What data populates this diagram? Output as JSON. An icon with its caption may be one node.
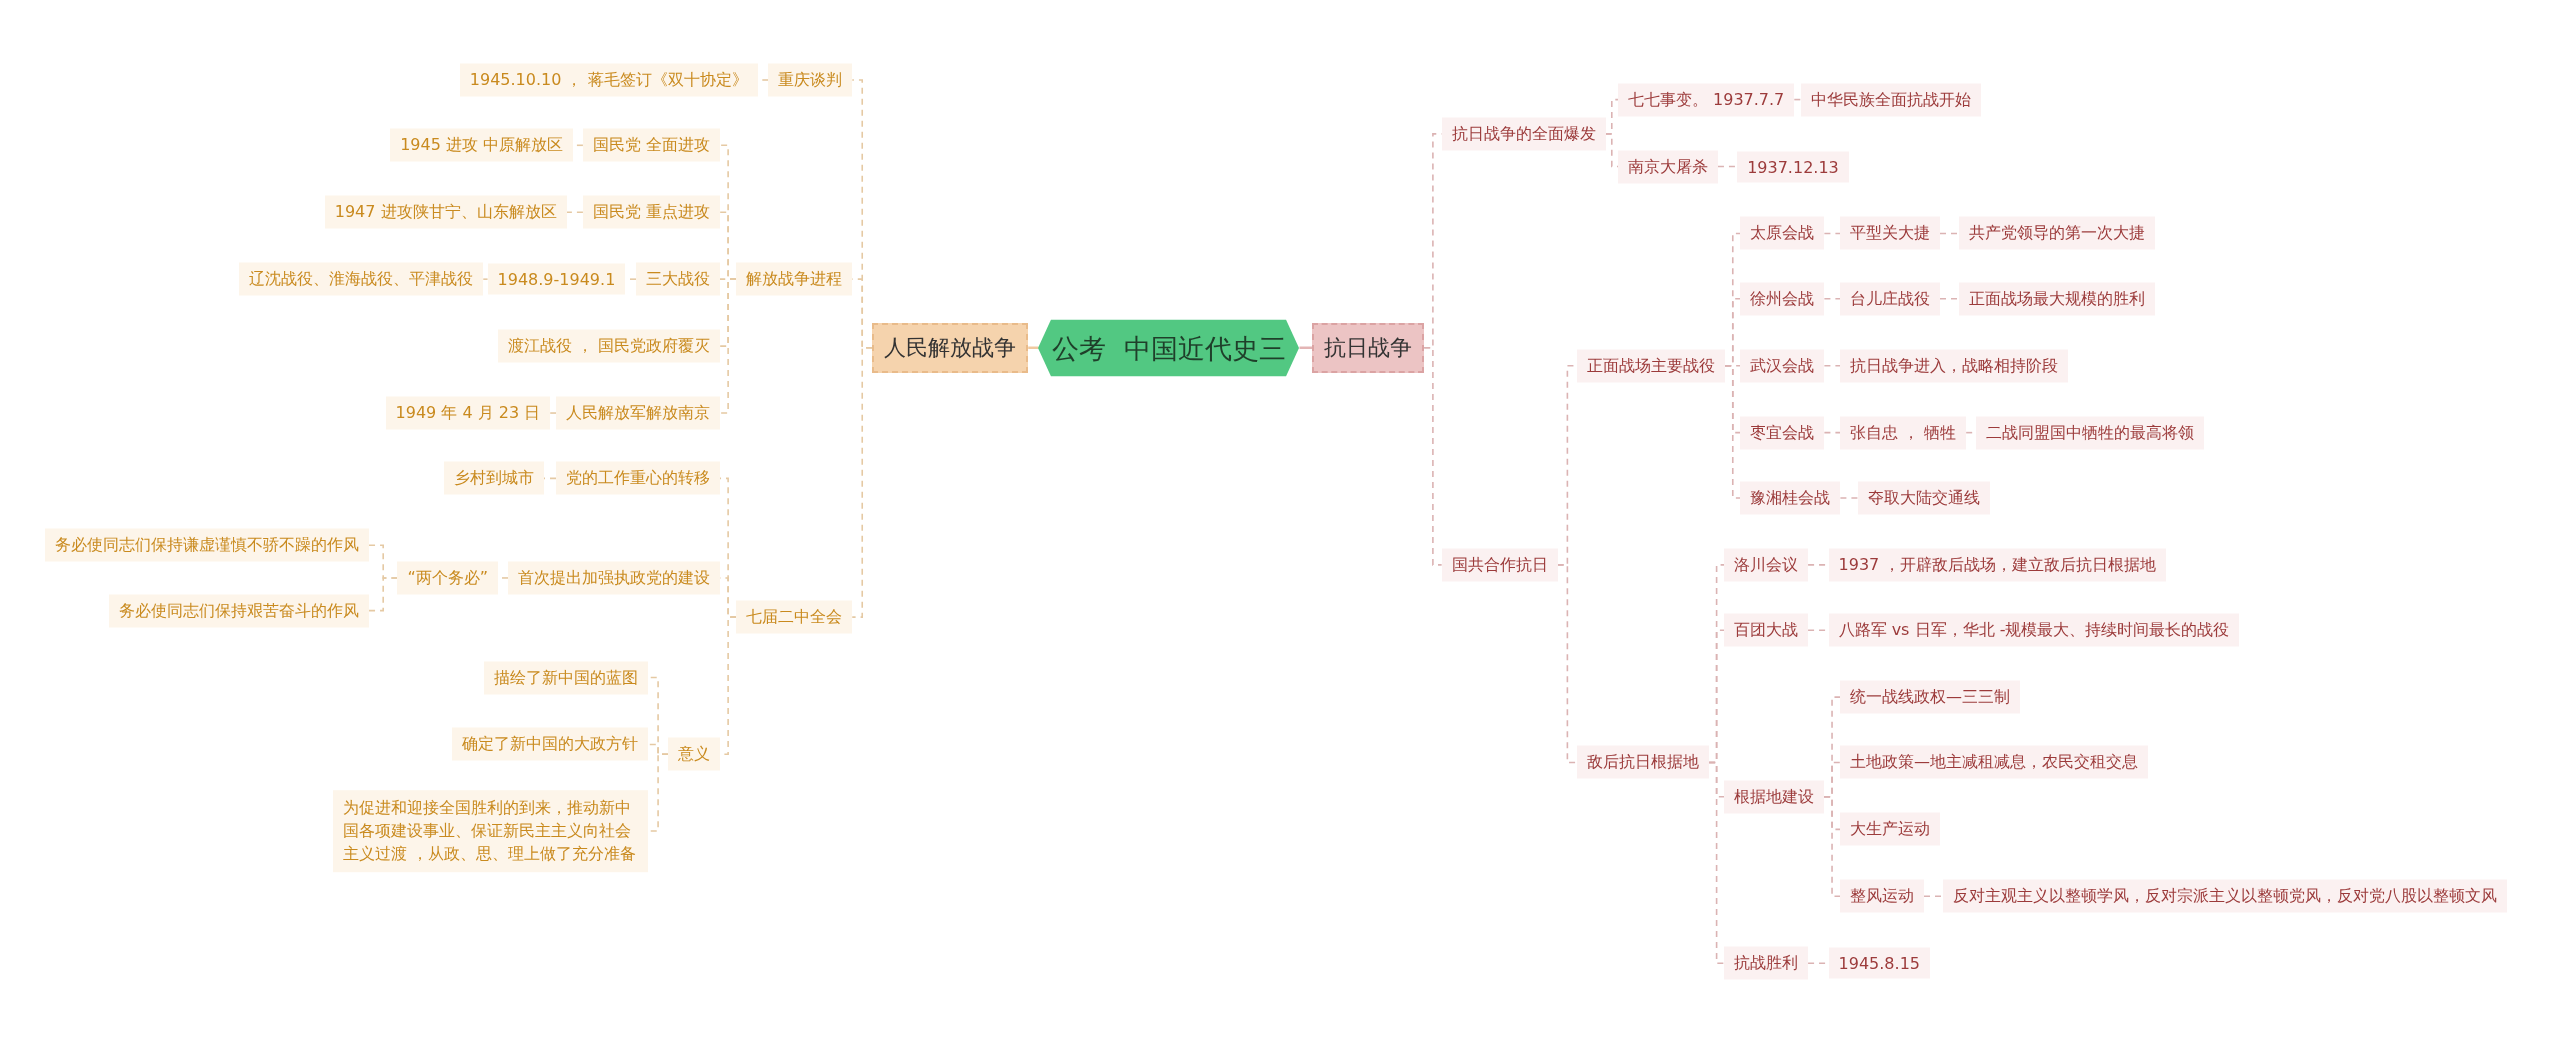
{
  "diagram": {
    "nodes": [
      {
        "text": [
          "公考  中国近代史三"
        ]
      },
      {
        "text": [
          "人民解放战争"
        ]
      },
      {
        "text": [
          "重庆谈判"
        ]
      },
      {
        "text": [
          "1945.10.10 ， 蒋毛签订《双十协定》"
        ]
      },
      {
        "text": [
          "解放战争进程"
        ]
      },
      {
        "text": [
          "国民党 全面进攻"
        ]
      },
      {
        "text": [
          "1945 进攻 中原解放区"
        ]
      },
      {
        "text": [
          "国民党 重点进攻"
        ]
      },
      {
        "text": [
          "1947 进攻陕甘宁、山东解放区"
        ]
      },
      {
        "text": [
          "三大战役"
        ]
      },
      {
        "text": [
          "1948.9-1949.1"
        ]
      },
      {
        "text": [
          "辽沈战役、淮海战役、平津战役"
        ]
      },
      {
        "text": [
          "渡江战役 ， 国民党政府覆灭"
        ]
      },
      {
        "text": [
          "人民解放军解放南京"
        ]
      },
      {
        "text": [
          "1949 年 4 月 23 日"
        ]
      },
      {
        "text": [
          "七届二中全会"
        ]
      },
      {
        "text": [
          "党的工作重心的转移"
        ]
      },
      {
        "text": [
          "乡村到城市"
        ]
      },
      {
        "text": [
          "首次提出加强执政党的建设"
        ]
      },
      {
        "text": [
          "“两个务必”"
        ]
      },
      {
        "text": [
          "务必使同志们保持谦虚谨慎不骄不躁的作风"
        ]
      },
      {
        "text": [
          "务必使同志们保持艰苦奋斗的作风"
        ]
      },
      {
        "text": [
          "意义"
        ]
      },
      {
        "text": [
          "描绘了新中国的蓝图"
        ]
      },
      {
        "text": [
          "确定了新中国的大政方针"
        ]
      },
      {
        "text": [
          "为促进和迎接全国胜利的到来，推动新中国各项建设事业、保证新民主主义向社会主义过渡 ，从政、思、理上做了充分准备"
        ]
      },
      {
        "text": [
          "抗日战争"
        ]
      },
      {
        "text": [
          "抗日战争的全面爆发"
        ]
      },
      {
        "text": [
          "七七事变。 1937.7.7"
        ]
      },
      {
        "text": [
          "中华民族全面抗战开始"
        ]
      },
      {
        "text": [
          "南京大屠杀"
        ]
      },
      {
        "text": [
          "1937.12.13"
        ]
      },
      {
        "text": [
          "国共合作抗日"
        ]
      },
      {
        "text": [
          "正面战场主要战役"
        ]
      },
      {
        "text": [
          "太原会战"
        ]
      },
      {
        "text": [
          "平型关大捷"
        ]
      },
      {
        "text": [
          "共产党领导的第一次大捷"
        ]
      },
      {
        "text": [
          "徐州会战"
        ]
      },
      {
        "text": [
          "台儿庄战役"
        ]
      },
      {
        "text": [
          "正面战场最大规模的胜利"
        ]
      },
      {
        "text": [
          "武汉会战"
        ]
      },
      {
        "text": [
          "抗日战争进入，战略相持阶段"
        ]
      },
      {
        "text": [
          "枣宜会战"
        ]
      },
      {
        "text": [
          "张自忠 ， 牺牲"
        ]
      },
      {
        "text": [
          "二战同盟国中牺牲的最高将领"
        ]
      },
      {
        "text": [
          "豫湘桂会战"
        ]
      },
      {
        "text": [
          "夺取大陆交通线"
        ]
      },
      {
        "text": [
          "敌后抗日根据地"
        ]
      },
      {
        "text": [
          "洛川会议"
        ]
      },
      {
        "text": [
          "1937 ，开辟敌后战场，建立敌后抗日根据地"
        ]
      },
      {
        "text": [
          "百团大战"
        ]
      },
      {
        "text": [
          "八路军 vs 日军，华北 -规模最大、持续时间最长的战役"
        ]
      },
      {
        "text": [
          "根据地建设"
        ]
      },
      {
        "text": [
          "统一战线政权—三三制"
        ]
      },
      {
        "text": [
          "土地政策—地主减租减息，农民交租交息"
        ]
      },
      {
        "text": [
          "大生产运动"
        ]
      },
      {
        "text": [
          "整风运动"
        ]
      },
      {
        "text": [
          "反对主观主义以整顿学风，反对宗派主义以整顿党风，反对党八股以整顿文风"
        ]
      },
      {
        "text": [
          "抗战胜利"
        ]
      },
      {
        "text": [
          "1945.8.15"
        ]
      }
    ],
    "edges": [
      {
        "from": 0,
        "to": 1,
        "arrow": "none",
        "color": "#f0c9a0"
      },
      {
        "from": 0,
        "to": 26,
        "arrow": "none",
        "color": "#e3b5b5"
      },
      {
        "from": 1,
        "to": 2,
        "arrow": "none",
        "style": "dashed",
        "color": "#e5c9a3"
      },
      {
        "from": 2,
        "to": 3,
        "arrow": "none",
        "style": "dashed",
        "color": "#e5c9a3"
      },
      {
        "from": 1,
        "to": 4,
        "arrow": "none",
        "style": "dashed",
        "color": "#e5c9a3"
      },
      {
        "from": 4,
        "to": 5,
        "arrow": "none",
        "style": "dashed",
        "color": "#e5c9a3"
      },
      {
        "from": 5,
        "to": 6,
        "arrow": "none",
        "style": "dashed",
        "color": "#e5c9a3"
      },
      {
        "from": 4,
        "to": 7,
        "arrow": "none",
        "style": "dashed",
        "color": "#e5c9a3"
      },
      {
        "from": 7,
        "to": 8,
        "arrow": "none",
        "style": "dashed",
        "color": "#e5c9a3"
      },
      {
        "from": 4,
        "to": 9,
        "arrow": "none",
        "style": "dashed",
        "color": "#e5c9a3"
      },
      {
        "from": 9,
        "to": 10,
        "arrow": "none",
        "style": "dashed",
        "color": "#e5c9a3"
      },
      {
        "from": 10,
        "to": 11,
        "arrow": "none",
        "style": "dashed",
        "color": "#e5c9a3"
      },
      {
        "from": 4,
        "to": 12,
        "arrow": "none",
        "style": "dashed",
        "color": "#e5c9a3"
      },
      {
        "from": 4,
        "to": 13,
        "arrow": "none",
        "style": "dashed",
        "color": "#e5c9a3"
      },
      {
        "from": 13,
        "to": 14,
        "arrow": "none",
        "style": "dashed",
        "color": "#e5c9a3"
      },
      {
        "from": 1,
        "to": 15,
        "arrow": "none",
        "style": "dashed",
        "color": "#e5c9a3"
      },
      {
        "from": 15,
        "to": 16,
        "arrow": "none",
        "style": "dashed",
        "color": "#e5c9a3"
      },
      {
        "from": 16,
        "to": 17,
        "arrow": "none",
        "style": "dashed",
        "color": "#e5c9a3"
      },
      {
        "from": 15,
        "to": 18,
        "arrow": "none",
        "style": "dashed",
        "color": "#e5c9a3"
      },
      {
        "from": 18,
        "to": 19,
        "arrow": "none",
        "style": "dashed",
        "color": "#e5c9a3"
      },
      {
        "from": 19,
        "to": 20,
        "arrow": "none",
        "style": "dashed",
        "color": "#e5c9a3"
      },
      {
        "from": 19,
        "to": 21,
        "arrow": "none",
        "style": "dashed",
        "color": "#e5c9a3"
      },
      {
        "from": 15,
        "to": 22,
        "arrow": "none",
        "style": "dashed",
        "color": "#e5c9a3"
      },
      {
        "from": 22,
        "to": 23,
        "arrow": "none",
        "style": "dashed",
        "color": "#e5c9a3"
      },
      {
        "from": 22,
        "to": 24,
        "arrow": "none",
        "style": "dashed",
        "color": "#e5c9a3"
      },
      {
        "from": 22,
        "to": 25,
        "arrow": "none",
        "style": "dashed",
        "color": "#e5c9a3"
      },
      {
        "from": 26,
        "to": 27,
        "arrow": "none",
        "style": "dashed",
        "color": "#dbb3b3"
      },
      {
        "from": 27,
        "to": 28,
        "arrow": "none",
        "style": "dashed",
        "color": "#dbb3b3"
      },
      {
        "from": 28,
        "to": 29,
        "arrow": "none",
        "style": "dashed",
        "color": "#dbb3b3"
      },
      {
        "from": 27,
        "to": 30,
        "arrow": "none",
        "style": "dashed",
        "color": "#dbb3b3"
      },
      {
        "from": 30,
        "to": 31,
        "arrow": "none",
        "style": "dashed",
        "color": "#dbb3b3"
      },
      {
        "from": 26,
        "to": 32,
        "arrow": "none",
        "style": "dashed",
        "color": "#dbb3b3"
      },
      {
        "from": 32,
        "to": 33,
        "arrow": "none",
        "style": "dashed",
        "color": "#dbb3b3"
      },
      {
        "from": 33,
        "to": 34,
        "arrow": "none",
        "style": "dashed",
        "color": "#dbb3b3"
      },
      {
        "from": 34,
        "to": 35,
        "arrow": "none",
        "style": "dashed",
        "color": "#dbb3b3"
      },
      {
        "from": 35,
        "to": 36,
        "arrow": "none",
        "style": "dashed",
        "color": "#dbb3b3"
      },
      {
        "from": 33,
        "to": 37,
        "arrow": "none",
        "style": "dashed",
        "color": "#dbb3b3"
      },
      {
        "from": 37,
        "to": 38,
        "arrow": "none",
        "style": "dashed",
        "color": "#dbb3b3"
      },
      {
        "from": 38,
        "to": 39,
        "arrow": "none",
        "style": "dashed",
        "color": "#dbb3b3"
      },
      {
        "from": 33,
        "to": 40,
        "arrow": "none",
        "style": "dashed",
        "color": "#dbb3b3"
      },
      {
        "from": 40,
        "to": 41,
        "arrow": "none",
        "style": "dashed",
        "color": "#dbb3b3"
      },
      {
        "from": 33,
        "to": 42,
        "arrow": "none",
        "style": "dashed",
        "color": "#dbb3b3"
      },
      {
        "from": 42,
        "to": 43,
        "arrow": "none",
        "style": "dashed",
        "color": "#dbb3b3"
      },
      {
        "from": 43,
        "to": 44,
        "arrow": "none",
        "style": "dashed",
        "color": "#dbb3b3"
      },
      {
        "from": 33,
        "to": 45,
        "arrow": "none",
        "style": "dashed",
        "color": "#dbb3b3"
      },
      {
        "from": 45,
        "to": 46,
        "arrow": "none",
        "style": "dashed",
        "color": "#dbb3b3"
      },
      {
        "from": 32,
        "to": 47,
        "arrow": "none",
        "style": "dashed",
        "color": "#dbb3b3"
      },
      {
        "from": 47,
        "to": 48,
        "arrow": "none",
        "style": "dashed",
        "color": "#dbb3b3"
      },
      {
        "from": 48,
        "to": 49,
        "arrow": "none",
        "style": "dashed",
        "color": "#dbb3b3"
      },
      {
        "from": 47,
        "to": 50,
        "arrow": "none",
        "style": "dashed",
        "color": "#dbb3b3"
      },
      {
        "from": 50,
        "to": 51,
        "arrow": "none",
        "style": "dashed",
        "color": "#dbb3b3"
      },
      {
        "from": 47,
        "to": 52,
        "arrow": "none",
        "style": "dashed",
        "color": "#dbb3b3"
      },
      {
        "from": 52,
        "to": 53,
        "arrow": "none",
        "style": "dashed",
        "color": "#dbb3b3"
      },
      {
        "from": 52,
        "to": 54,
        "arrow": "none",
        "style": "dashed",
        "color": "#dbb3b3"
      },
      {
        "from": 52,
        "to": 55,
        "arrow": "none",
        "style": "dashed",
        "color": "#dbb3b3"
      },
      {
        "from": 52,
        "to": 56,
        "arrow": "none",
        "style": "dashed",
        "color": "#dbb3b3"
      },
      {
        "from": 56,
        "to": 57,
        "arrow": "none",
        "style": "dashed",
        "color": "#dbb3b3"
      },
      {
        "from": 47,
        "to": 58,
        "arrow": "none",
        "style": "dashed",
        "color": "#dbb3b3"
      },
      {
        "from": 58,
        "to": 59,
        "arrow": "none",
        "style": "dashed",
        "color": "#dbb3b3"
      }
    ]
  }
}
